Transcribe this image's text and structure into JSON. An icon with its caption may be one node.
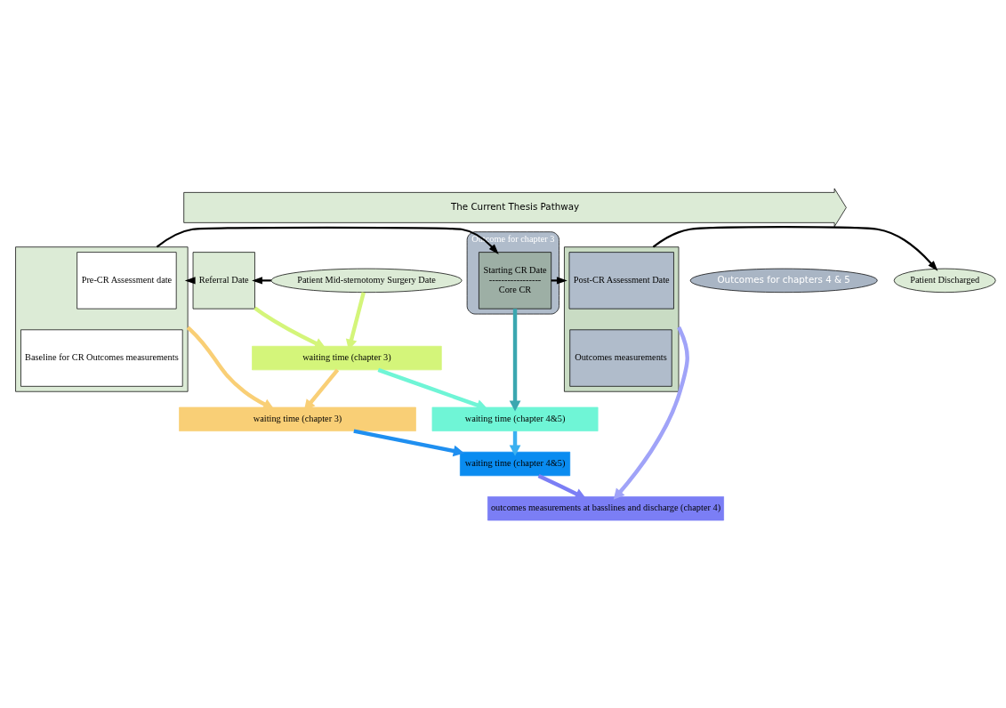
{
  "diagram": {
    "nodes": [
      {
        "text": [
          "The Current Thesis Pathway"
        ]
      },
      {
        "text": [
          "Patient Mid-sternotomy Surgery Date"
        ]
      },
      {
        "text": [
          "Referral Date"
        ]
      },
      {
        "text": [],
        "shape": "box"
      },
      {
        "text": [
          "Pre-CR Assessment date"
        ],
        "in": 3
      },
      {
        "text": [
          "Baseline for CR Outcomes measurements"
        ],
        "in": 3
      },
      {
        "text": [
          "Outcome for chapter 3"
        ]
      },
      {
        "text": [
          "Starting CR Date",
          "-----------------",
          "Core CR"
        ],
        "in": 6
      },
      {
        "text": [],
        "shape": "box"
      },
      {
        "text": [
          "Post-CR Assessment Date"
        ],
        "in": 8
      },
      {
        "text": [
          "Outcomes measurements"
        ],
        "in": 8
      },
      {
        "text": [
          "Outcomes for chapters 4 & 5"
        ]
      },
      {
        "text": [
          "Patient Discharged"
        ]
      },
      {
        "text": [
          "waiting time (chapter 3)"
        ]
      },
      {
        "text": [
          "waiting time (chapter 3)"
        ]
      },
      {
        "text": [
          "waiting time (chapter 4&5)"
        ]
      },
      {
        "text": [
          "waiting time (chapter 4&5)"
        ]
      },
      {
        "text": [
          "outcomes measurements at basslines and discharge (chapter 4)"
        ]
      }
    ],
    "edges": [
      {
        "from": 1,
        "to": 2,
        "arrow": "to"
      },
      {
        "from": 2,
        "to": 3,
        "arrow": "to"
      },
      {
        "from": 3,
        "to": 7,
        "arrow": "to"
      },
      {
        "from": 7,
        "to": 8,
        "arrow": "to"
      },
      {
        "from": 8,
        "to": 12,
        "arrow": "to"
      },
      {
        "from": 1,
        "to": 13,
        "arrow": "to",
        "color": "#d4f57a"
      },
      {
        "from": 13,
        "to": 14,
        "arrow": "to",
        "color": "#f9cf76"
      },
      {
        "from": 2,
        "to": 13,
        "arrow": "to",
        "color": "#d4f57a"
      },
      {
        "from": 13,
        "to": 15,
        "arrow": "to",
        "color": "#6ff5d6"
      },
      {
        "from": 3,
        "to": 14,
        "arrow": "to",
        "color": "#f9cf76"
      },
      {
        "from": 14,
        "to": 16,
        "arrow": "to",
        "color": "#1f8ff0"
      },
      {
        "from": 16,
        "to": 17,
        "arrow": "to",
        "color": "#7b7ef5"
      },
      {
        "from": 7,
        "to": 15,
        "arrow": "to",
        "color": "#3aa7b0"
      },
      {
        "from": 15,
        "to": 16,
        "arrow": "to",
        "color": "#3ab0f0"
      },
      {
        "from": 8,
        "to": 17,
        "arrow": "to",
        "color": "#a0a3f8"
      }
    ]
  }
}
